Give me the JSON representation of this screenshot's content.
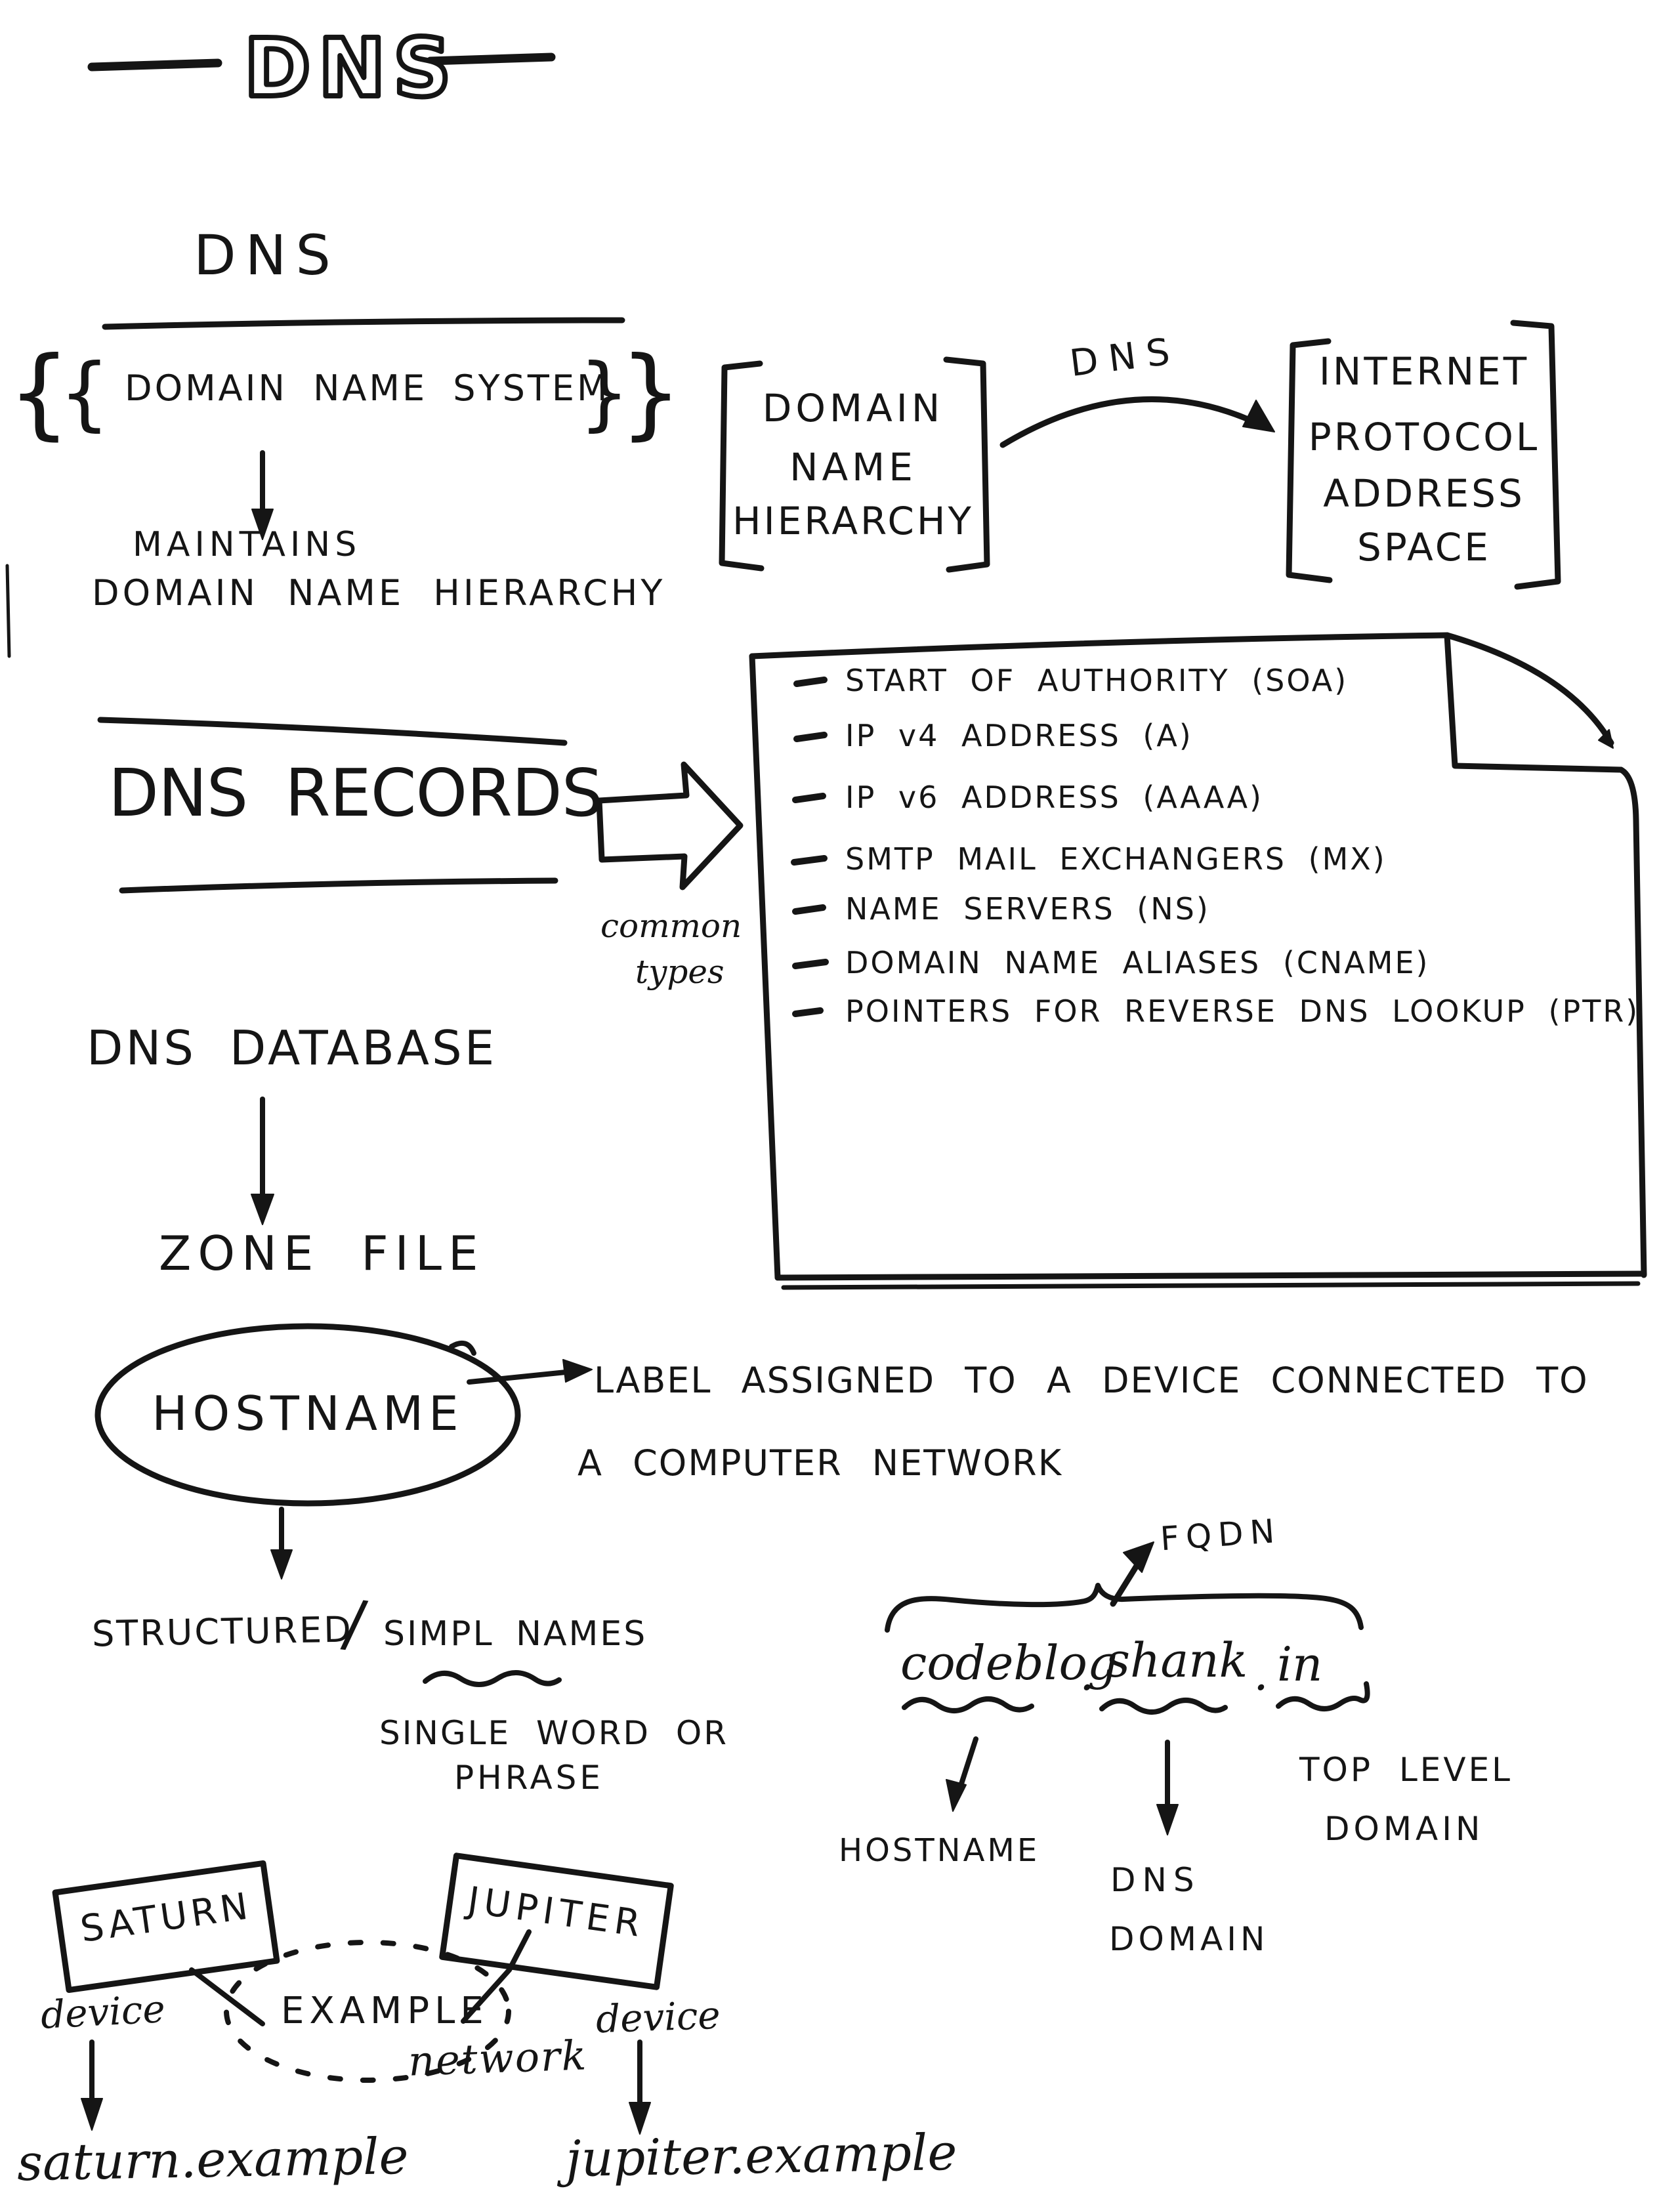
{
  "title": {
    "text": "DNS"
  },
  "intro": {
    "heading": "DNS",
    "brace_outer_open": "{",
    "brace_inner_open": "{",
    "definition": "DOMAIN NAME SYSTEM",
    "brace_inner_close": "}",
    "brace_outer_close": "}",
    "maintains_line1": "MAINTAINS",
    "maintains_line2": "DOMAIN NAME HIERARCHY"
  },
  "mapping": {
    "left": {
      "lines": [
        "DOMAIN",
        "NAME",
        "HIERARCHY"
      ]
    },
    "arrow_label": "DNS",
    "right": {
      "lines": [
        "INTERNET",
        "PROTOCOL",
        "ADDRESS",
        "SPACE"
      ]
    }
  },
  "records": {
    "heading": "DNS RECORDS",
    "arrow_caption_line1": "common",
    "arrow_caption_line2": "types",
    "sheet": {
      "items": [
        "START OF AUTHORITY (SOA)",
        "IP v4 ADDRESS (A)",
        "IP v6 ADDRESS (AAAA)",
        "SMTP MAIL EXCHANGERS (MX)",
        "NAME SERVERS (NS)",
        "DOMAIN NAME ALIASES (CNAME)",
        "POINTERS FOR REVERSE DNS LOOKUP (PTR)"
      ]
    }
  },
  "database": {
    "heading": "DNS DATABASE",
    "result": "ZONE FILE"
  },
  "hostname": {
    "label": "HOSTNAME",
    "definition_line1": "LABEL ASSIGNED TO A DEVICE CONNECTED TO",
    "definition_line2": "A COMPUTER NETWORK",
    "naming_left": "STRUCTURED",
    "naming_separator": "/",
    "naming_right": "SIMPL NAMES",
    "simple_note_line1": "SINGLE WORD OR",
    "simple_note_line2": "PHRASE"
  },
  "fqdn": {
    "label": "FQDN",
    "parts": {
      "hostname": "codeblog",
      "dot1": ".",
      "domain": "shank",
      "dot2": ".",
      "tld": "in"
    },
    "part_labels": {
      "hostname": "HOSTNAME",
      "domain_line1": "DNS",
      "domain_line2": "DOMAIN",
      "tld_line1": "TOP LEVEL",
      "tld_line2": "DOMAIN"
    }
  },
  "network_example": {
    "device1": "SATURN",
    "device2": "JUPITER",
    "device_label_left": "device",
    "device_label_right": "device",
    "network_name": "EXAMPLE",
    "network_label": "network",
    "fqdn_left": "saturn.example",
    "fqdn_right": "jupiter.example"
  },
  "colors": {
    "ink": "#151515",
    "paper": "#ffffff"
  }
}
